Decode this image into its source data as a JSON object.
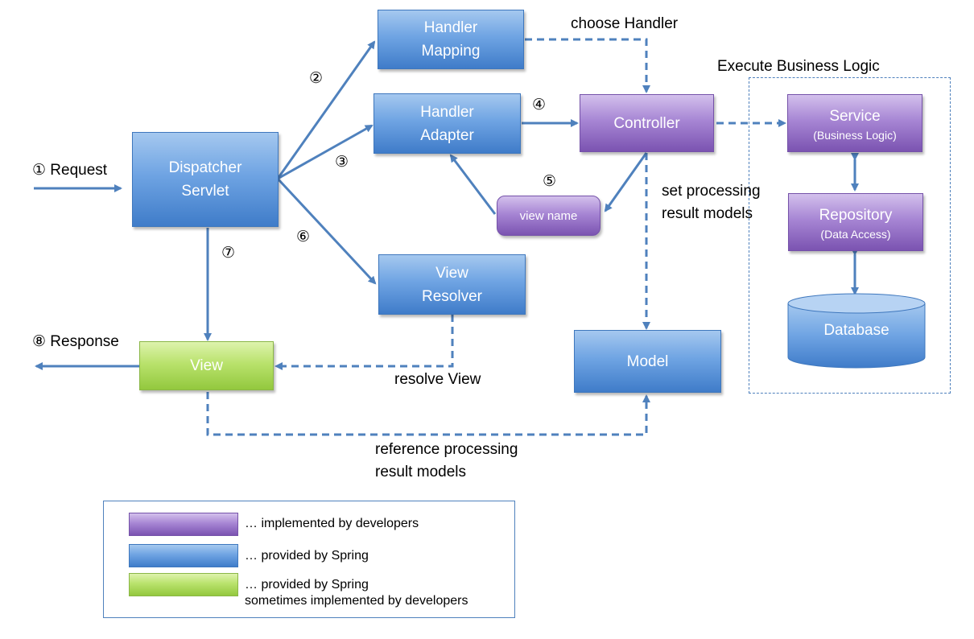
{
  "colors": {
    "arrow": "#4f81bd",
    "blue": "#4f8fd8",
    "purple": "#9670c8",
    "green": "#a6d254"
  },
  "nodes": {
    "dispatcher": "Dispatcher\nServlet",
    "handler_mapping": "Handler\nMapping",
    "handler_adapter": "Handler\nAdapter",
    "controller": "Controller",
    "view_name": "view name",
    "view_resolver": "View\nResolver",
    "view": "View",
    "model": "Model",
    "service": {
      "title": "Service",
      "sub": "(Business Logic)"
    },
    "repository": {
      "title": "Repository",
      "sub": "(Data Access)"
    },
    "database": "Database"
  },
  "labels": {
    "request": "① Request",
    "response": "⑧ Response",
    "step2": "②",
    "step3": "③",
    "step4": "④",
    "step5": "⑤",
    "step6": "⑥",
    "step7": "⑦",
    "choose_handler": "choose Handler",
    "execute_business_logic": "Execute Business Logic",
    "set_processing": "set processing\nresult models",
    "resolve_view": "resolve View",
    "reference_processing": "reference processing\nresult models"
  },
  "legend": {
    "developers": "… implemented by developers",
    "spring": "… provided by Spring",
    "spring_sometimes": "… provided by Spring\n   sometimes implemented by developers"
  }
}
